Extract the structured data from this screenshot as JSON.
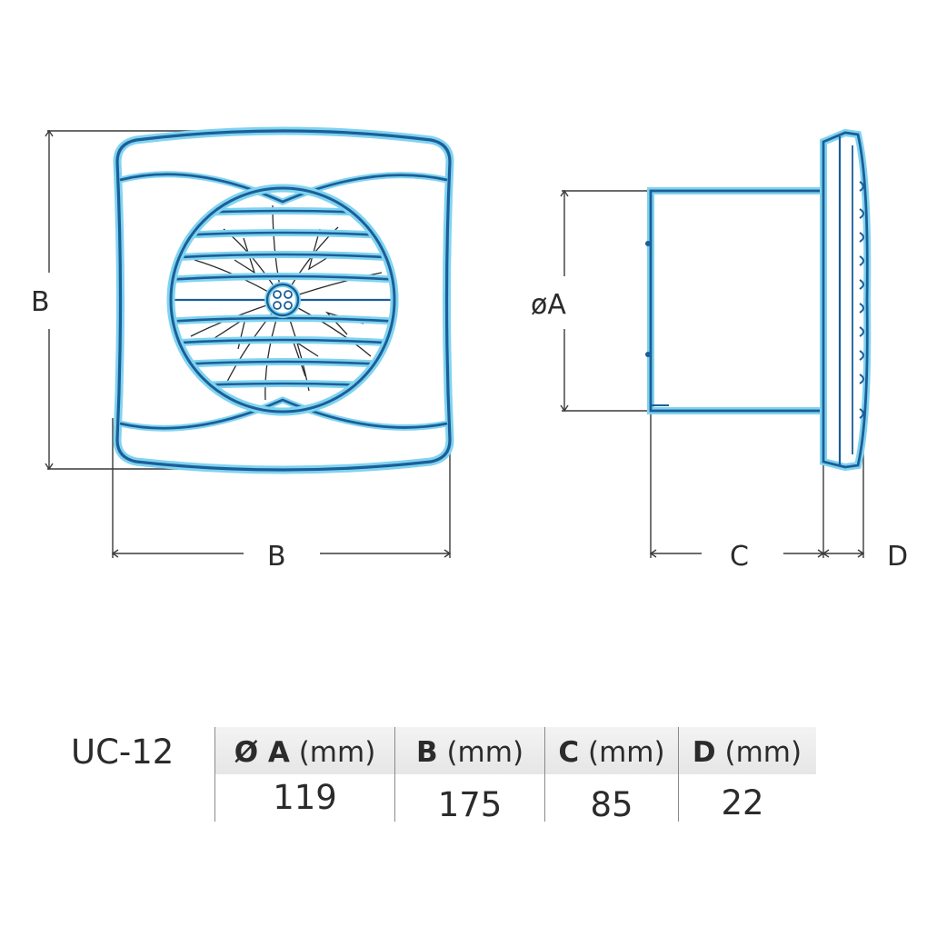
{
  "front_view": {
    "height_label": "B",
    "width_label": "B"
  },
  "side_view": {
    "diameter_label": "øA",
    "depth_label": "C",
    "frame_label": "D"
  },
  "specs": {
    "model": "UC-12",
    "columns": [
      {
        "letter": "Ø A",
        "unit": "(mm)",
        "value": "119"
      },
      {
        "letter": "B",
        "unit": "(mm)",
        "value": "175"
      },
      {
        "letter": "C",
        "unit": "(mm)",
        "value": "85"
      },
      {
        "letter": "D",
        "unit": "(mm)",
        "value": "22"
      }
    ]
  },
  "colors": {
    "outline": "#1b5e98",
    "glow": "#7fd3f0",
    "dimension_line": "#3a3a3a"
  }
}
